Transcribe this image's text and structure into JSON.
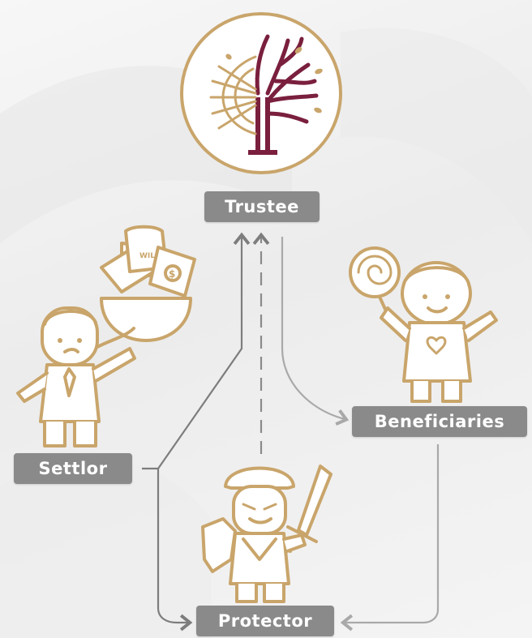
{
  "colors": {
    "gold": "#c9a56b",
    "maroon": "#7a1f3d",
    "label_bg": "#8a8a8a",
    "arrow": "#7d7d7d",
    "arrow_light": "#a9a9a9"
  },
  "nodes": {
    "trustee": "Trustee",
    "beneficiaries": "Beneficiaries",
    "settlor": "Settlor",
    "protector": "Protector"
  },
  "illustrations": {
    "logo": "tree-logo-icon",
    "settlor": "businessman-holding-bowl-icon",
    "will_scroll_text": "WILL",
    "money_symbol": "$",
    "beneficiary": "child-with-lollipop-icon",
    "protector": "knight-with-sword-and-shield-icon"
  }
}
